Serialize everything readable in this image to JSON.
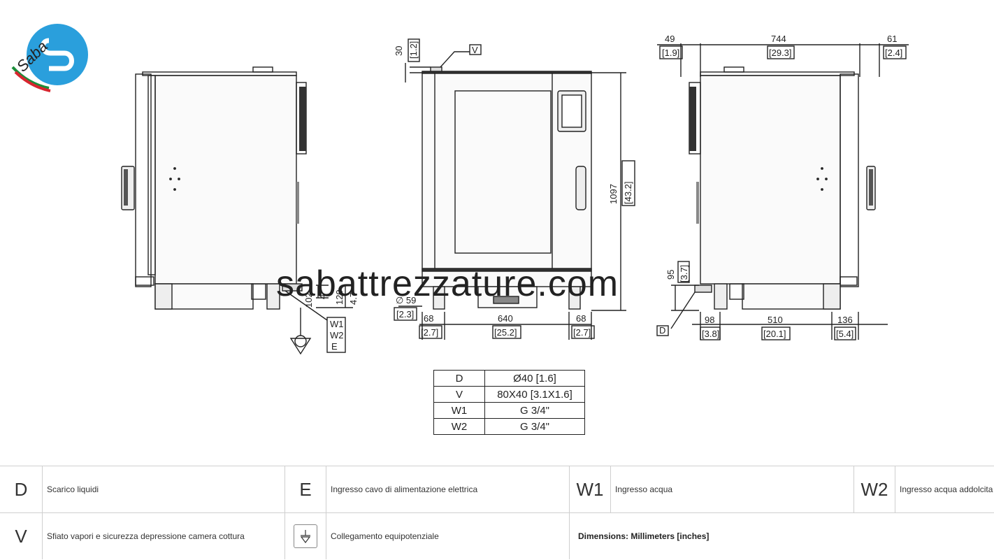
{
  "watermark": "sabattrezzature.com",
  "logo": {
    "text": "Saba",
    "icon": "saba-s-logo-icon",
    "colors": [
      "#2a9fdc",
      "#1b8e3a",
      "#d8262f"
    ]
  },
  "dimensions": {
    "vent_height_mm": "30",
    "vent_height_in": "[1.2]",
    "total_height_mm": "1097",
    "total_height_in": "[43.2]",
    "top_left_mm": "49",
    "top_left_in": "[1.9]",
    "top_width_mm": "744",
    "top_width_in": "[29.3]",
    "top_right_mm": "61",
    "top_right_in": "[2.4]",
    "drain_diam_mm": "∅ 59",
    "drain_diam_in": "[2.3]",
    "foot_left_mm": "68",
    "foot_left_in": "[2.7]",
    "front_width_mm": "640",
    "front_width_in": "[25.2]",
    "foot_right_mm": "68",
    "foot_right_in": "[2.7]",
    "water_h_mm": "102",
    "water_h_in": "4",
    "elec_h_mm": "120",
    "elec_h_in": "4.7",
    "drain_h_mm": "95",
    "drain_h_in": "[3.7]",
    "side_left_mm": "98",
    "side_left_in": "[3.8]",
    "side_mid_mm": "510",
    "side_mid_in": "[20.1]",
    "side_right_mm": "136",
    "side_right_in": "[5.4]"
  },
  "callouts": {
    "v": "V",
    "d": "D",
    "w1": "W1",
    "w2": "W2",
    "e": "E"
  },
  "spec_table": [
    {
      "key": "D",
      "value": "Ø40 [1.6]"
    },
    {
      "key": "V",
      "value": "80X40 [3.1X1.6]"
    },
    {
      "key": "W1",
      "value": "G 3/4\""
    },
    {
      "key": "W2",
      "value": "G 3/4\""
    }
  ],
  "legend": {
    "row1": [
      {
        "code": "D",
        "desc": "Scarico liquidi"
      },
      {
        "code": "E",
        "desc": "Ingresso cavo di alimentazione elettrica"
      },
      {
        "code": "W1",
        "desc": "Ingresso acqua"
      },
      {
        "code": "W2",
        "desc": "Ingresso acqua addolcita"
      }
    ],
    "row2": [
      {
        "code": "V",
        "desc": "Sfiato vapori e sicurezza depressione camera cottura"
      },
      {
        "icon": "equipotential-ground-icon",
        "desc": "Collegamento equipotenziale"
      }
    ],
    "note": "Dimensions: Millimeters [inches]"
  }
}
